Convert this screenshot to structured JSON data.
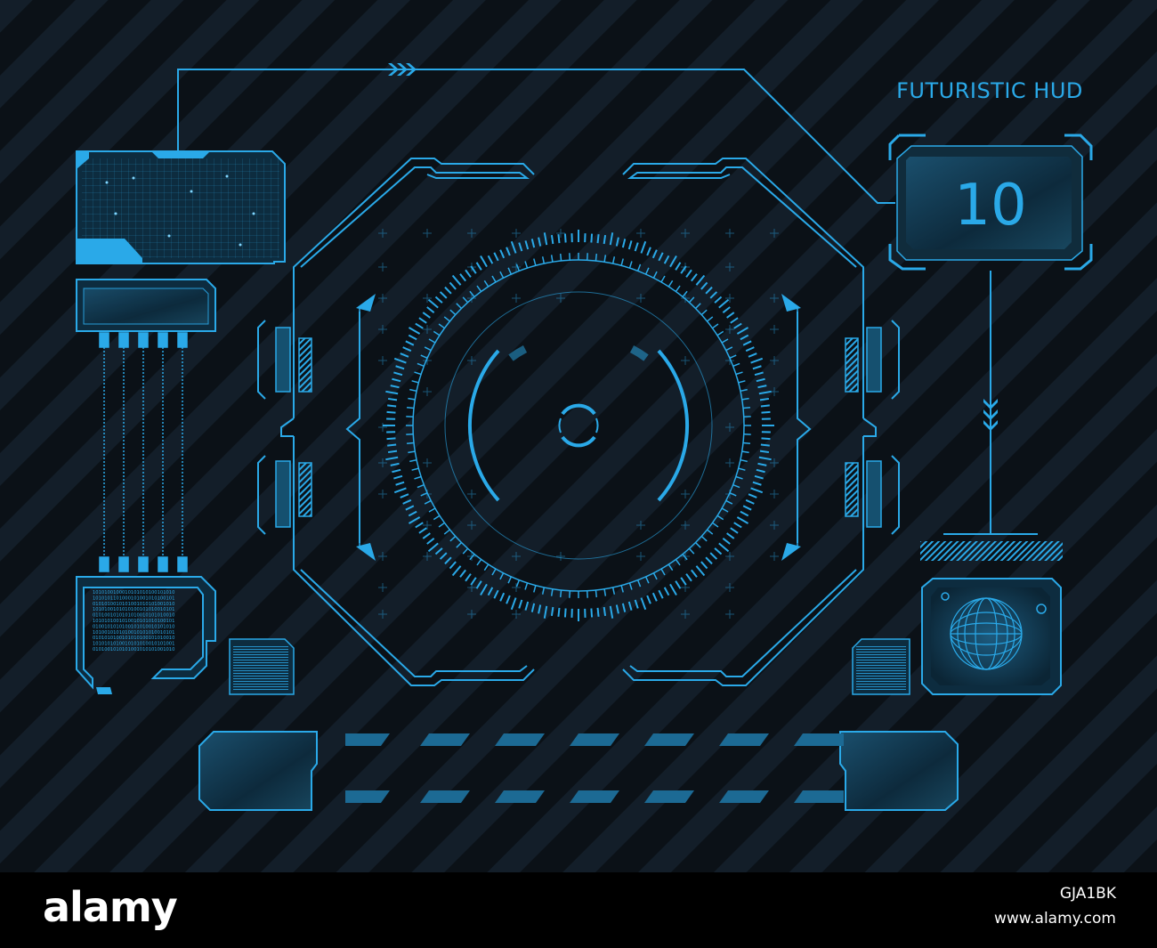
{
  "hud": {
    "title": "FUTURISTIC HUD",
    "counter_value": "10",
    "binary_block": [
      "1010100100010101010100101010",
      "1010101101000101001010100101",
      "0101010010101001010101001010",
      "1010100101010100101010010101",
      "0101001010101010010101010010",
      "1010101001010010101010100101",
      "0100101010100101010010101010",
      "1010010101010010101010010101",
      "0101010100101010100101010010",
      "1010101010010101010010101001",
      "0101001010101001010101001010"
    ]
  },
  "watermark": {
    "text": "alamy",
    "image_id": "GJA1BK",
    "url": "www.alamy.com"
  },
  "colors": {
    "background": "#0b1117",
    "stripe": "#16222e",
    "accent": "#2aa9e8",
    "accent_dim": "#1a6a94",
    "fill": "#0f3a52"
  }
}
